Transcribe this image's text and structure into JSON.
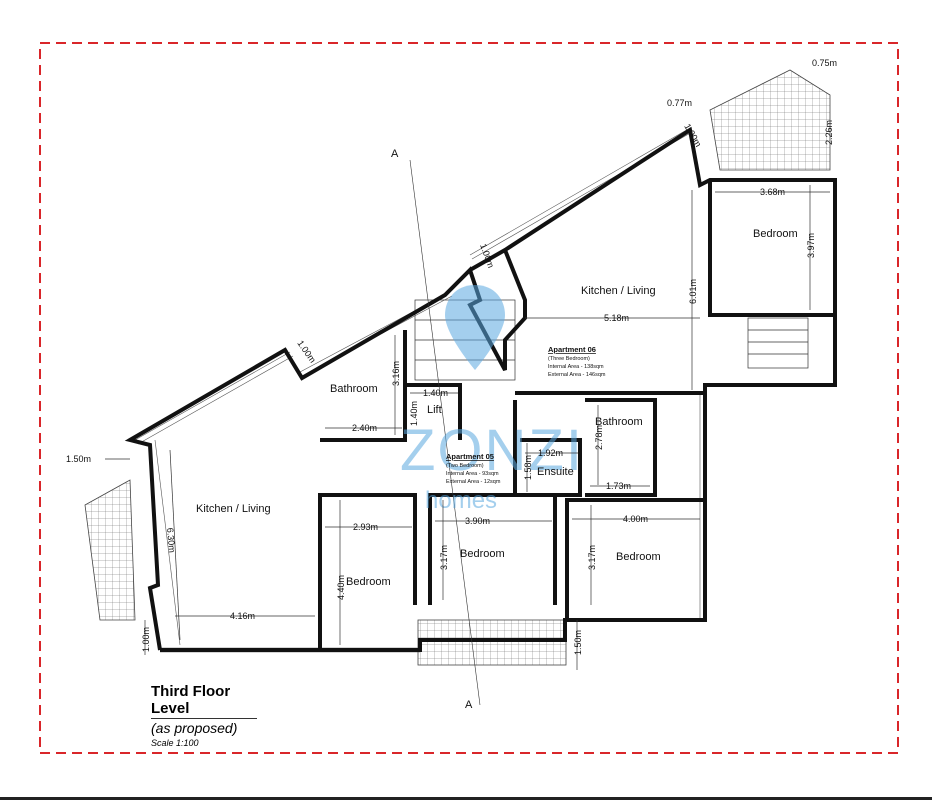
{
  "plan": {
    "title": "Third Floor Level",
    "subtitle": "(as proposed)",
    "scale": "Scale 1:100",
    "section_marker": "A",
    "border_color": "#d9262a",
    "watermark": {
      "brand": "ZONZI",
      "sub": "homes",
      "color": "#5aa8e0"
    }
  },
  "apartments": [
    {
      "name": "Apartment 06",
      "type": "(Three Bedroom)",
      "internal": "Internal Area - 138sqm",
      "external": "External Area - 146sqm"
    },
    {
      "name": "Apartment 05",
      "type": "(Two Bedroom)",
      "internal": "Internal Area - 93sqm",
      "external": "External Area - 12sqm"
    }
  ],
  "rooms": {
    "kitchen_06": "Kitchen / Living",
    "bedroom_06a": "Bedroom",
    "bathroom_06": "Bathroom",
    "bedroom_06b": "Bedroom",
    "ensuite": "Ensuite",
    "lift": "Lift",
    "bathroom_05": "Bathroom",
    "kitchen_05": "Kitchen / Living",
    "bedroom_05a": "Bedroom",
    "bedroom_05b": "Bedroom"
  },
  "dimensions": {
    "d075": "0.75m",
    "d077": "0.77m",
    "d100a": "1.00m",
    "d226": "2.26m",
    "d368": "3.68m",
    "d397": "3.97m",
    "d601": "6.01m",
    "d518": "5.18m",
    "d100b": "1.00m",
    "d100c": "1.00m",
    "d316": "3.16m",
    "d140a": "1.40m",
    "d140b": "1.40m",
    "d240": "2.40m",
    "d278": "2.78m",
    "d192": "1.92m",
    "d158": "1.58m",
    "d173": "1.73m",
    "d150a": "1.50m",
    "d630": "6.30m",
    "d100d": "1.00m",
    "d416": "4.16m",
    "d293": "2.93m",
    "d440": "4.40m",
    "d390": "3.90m",
    "d317a": "3.17m",
    "d400": "4.00m",
    "d317b": "3.17m",
    "d150b": "1.50m"
  }
}
